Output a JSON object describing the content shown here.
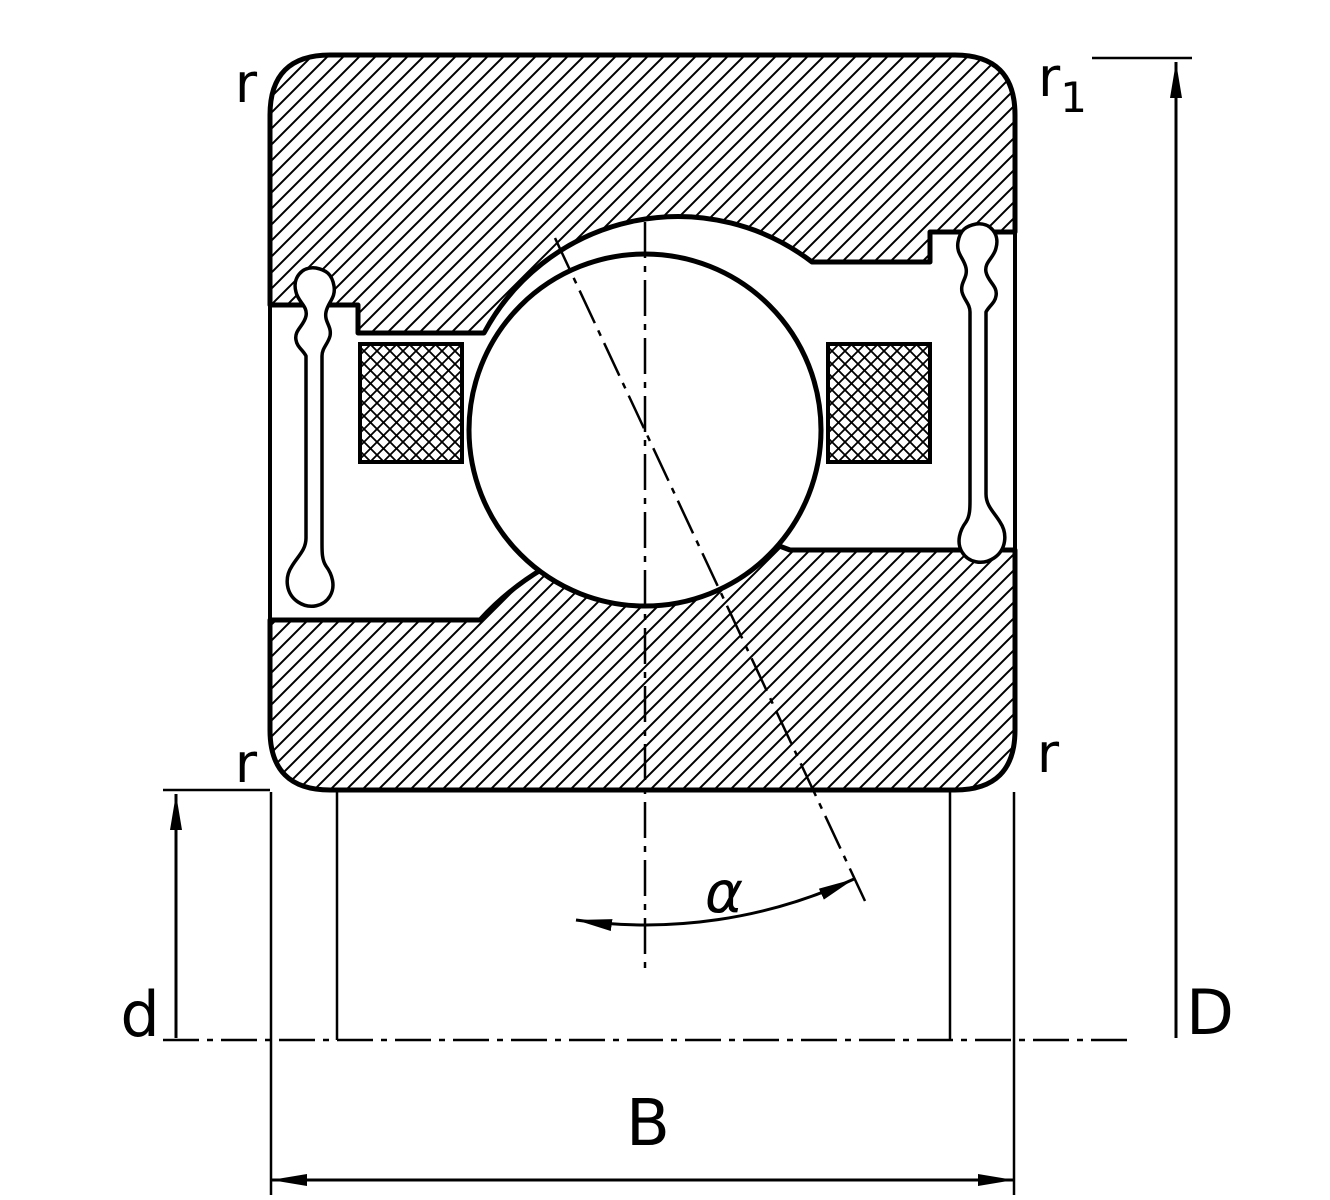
{
  "colors": {
    "line": "#000000",
    "background": "#ffffff"
  },
  "labels": {
    "r_top_left": "r",
    "r1_base": "r",
    "r1_sub": "1",
    "r_bottom_left": "r",
    "r_bottom_right": "r",
    "dim_d": "d",
    "dim_D": "D",
    "dim_B": "B",
    "angle_alpha": "α"
  }
}
